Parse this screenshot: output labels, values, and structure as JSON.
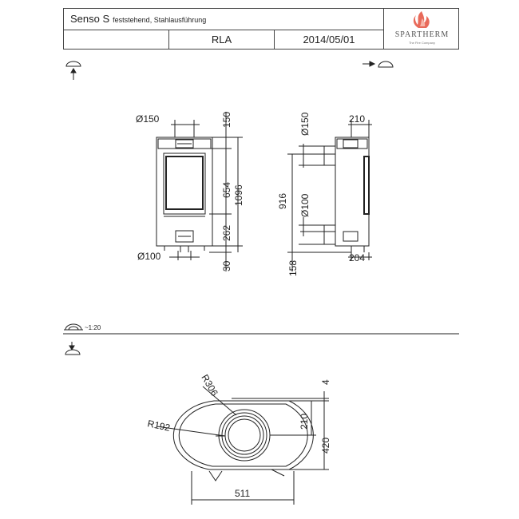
{
  "title_block": {
    "model": "Senso S",
    "description": "feststehend, Stahlausführung",
    "variant": "RLA",
    "date": "2014/05/01",
    "brand": "SPARTHERM",
    "brand_tagline": "The Fire Company"
  },
  "views": {
    "scale": "~1:20"
  },
  "dimensions": {
    "front_flue_diameter": "Ø150",
    "front_top_height": "150",
    "front_door_height": "654",
    "front_total_height": "1096",
    "front_lower_height": "262",
    "front_air_diameter": "Ø100",
    "front_foot_height": "30",
    "side_flue_diameter": "Ø150",
    "side_top_width": "210",
    "side_rear_height": "916",
    "side_air_diameter": "Ø100",
    "side_bottom_width": "204",
    "side_lower_height": "158",
    "top_outer_radius": "R306",
    "top_inner_radius": "R192",
    "top_offset": "4",
    "top_center_depth": "210",
    "top_depth": "420",
    "top_width": "511"
  }
}
